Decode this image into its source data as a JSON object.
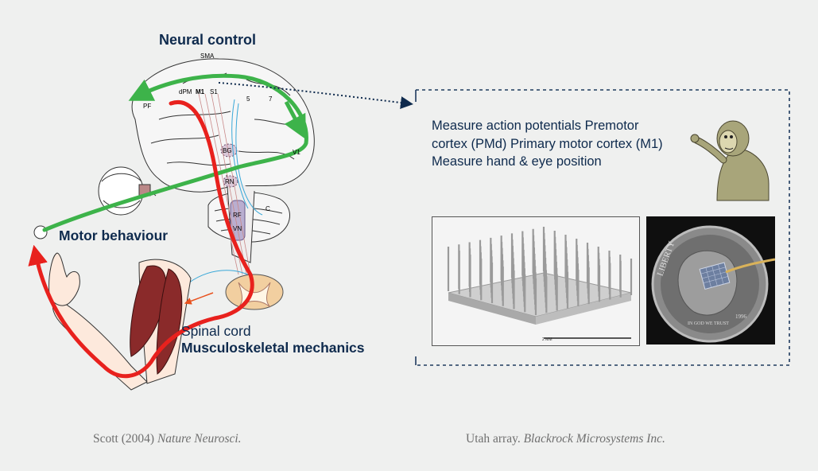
{
  "titles": {
    "neural_control": "Neural control",
    "motor_behaviour": "Motor behaviour",
    "spinal_cord": "Spinal cord",
    "musculoskeletal": "Musculoskeletal mechanics"
  },
  "brain_labels": {
    "sma": "SMA",
    "pf": "PF",
    "dpm": "dPM",
    "m1": "M1",
    "s1": "S1",
    "area5": "5",
    "area7": "7",
    "bg": "BG",
    "rn": "RN",
    "rf": "RF",
    "vn": "VN",
    "c": "C",
    "v1": "V1"
  },
  "measure": {
    "text": "Measure action potentials Premotor cortex (PMd) Primary motor cortex (M1) Measure hand & eye position"
  },
  "photos": {
    "scale_label": "2 MM",
    "dime_text_top": "LIBERTY",
    "dime_text_bottom": "IN GOD WE TRUST",
    "dime_year": "1996"
  },
  "captions": {
    "left_author": "Scott (2004)",
    "left_journal": "Nature Neurosci.",
    "right_name": "Utah array.",
    "right_company": "Blackrock Microsystems Inc."
  },
  "colors": {
    "green_arrow": "#3db34a",
    "red_arrow": "#e8211d",
    "navy": "#0e2a4d",
    "blue_nerve": "#3aa8d8"
  }
}
